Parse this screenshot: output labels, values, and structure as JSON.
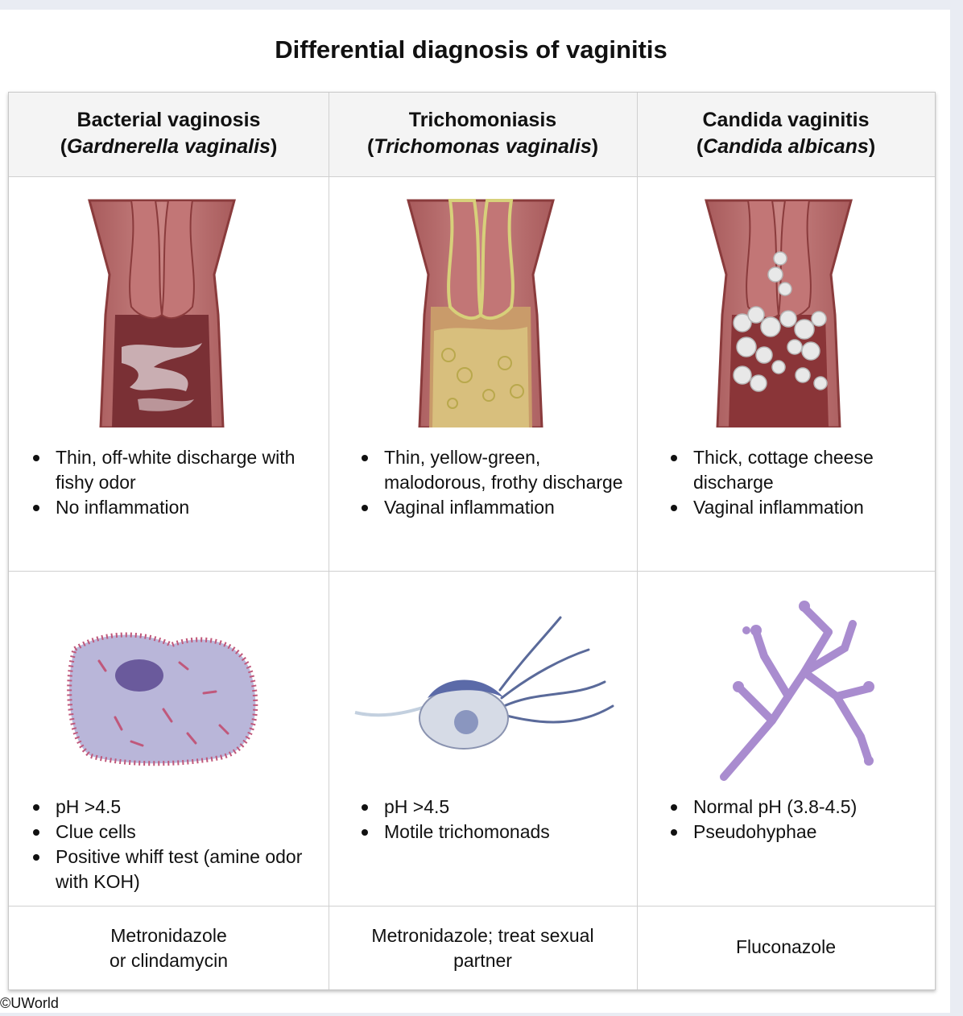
{
  "title": "Differential diagnosis of vaginitis",
  "columns": [
    {
      "name": "Bacterial vaginosis",
      "organism": "Gardnerella vaginalis",
      "findings": [
        "Thin, off-white discharge with fishy odor",
        "No inflammation"
      ],
      "labs": [
        "pH >4.5",
        "Clue cells",
        "Positive whiff test (amine odor with KOH)"
      ],
      "treatment_line1": "Metronidazole",
      "treatment_line2": "or clindamycin"
    },
    {
      "name": "Trichomoniasis",
      "organism": "Trichomonas vaginalis",
      "findings": [
        "Thin, yellow-green, malodorous, frothy discharge",
        "Vaginal inflammation"
      ],
      "labs": [
        "pH >4.5",
        "Motile trichomonads"
      ],
      "treatment_line1": "Metronidazole; treat sexual",
      "treatment_line2": "partner"
    },
    {
      "name": "Candida vaginitis",
      "organism": "Candida albicans",
      "findings": [
        "Thick, cottage cheese discharge",
        "Vaginal inflammation"
      ],
      "labs": [
        "Normal pH (3.8-4.5)",
        "Pseudohyphae"
      ],
      "treatment_line1": "Fluconazole",
      "treatment_line2": ""
    }
  ],
  "credit": "©UWorld",
  "colors": {
    "tissue": "#b86a6a",
    "tissue_dark": "#8a3b3c",
    "lumen": "#7a3035",
    "bv_discharge": "#e4d8dc",
    "trich_discharge": "#e3dd8c",
    "candida_discharge": "#e8e8e8",
    "clue_cell": "#b9b6d9",
    "trich_body": "#c9cfe0",
    "pseudohyphae": "#a98ccf"
  }
}
